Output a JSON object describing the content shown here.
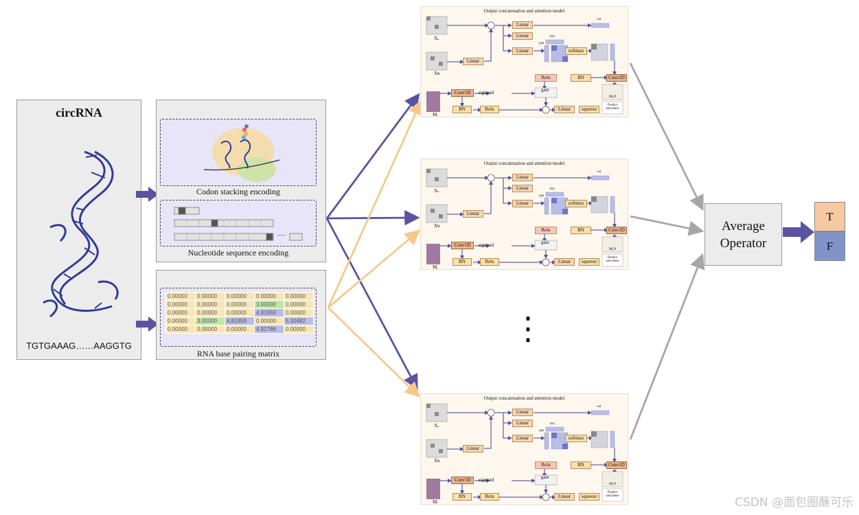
{
  "circrna_panel": {
    "title": "circRNA",
    "sequence": "TGTGAAAG……AAGGTG"
  },
  "encoding_panel": {
    "codon_caption": "Codon stacking encoding",
    "nucleotide_caption": "Nucleotide sequence encoding",
    "ellipsis": "......"
  },
  "matrix_panel": {
    "caption": "RNA base pairing matrix",
    "rows": [
      [
        "0.00000",
        "0.00000",
        "0.00000",
        "0.00000",
        "0.00000"
      ],
      [
        "0.00000",
        "0.00000",
        "0.00000",
        "3.00000",
        "0.00000"
      ],
      [
        "0.00000",
        "0.00000",
        "0.00000",
        "4.81959",
        "0.00000"
      ],
      [
        "0.00000",
        "3.00000",
        "4.81959",
        "0.00000",
        "5.30482"
      ],
      [
        "0.00000",
        "0.00000",
        "0.00000",
        "4.92786",
        "0.00000"
      ]
    ]
  },
  "model": {
    "title": "Output concatenation and attention model",
    "xs_label": "Xₛ",
    "xn_label": "Xɴ",
    "mi_label": "Mᵢ",
    "linear": "Linear",
    "relu": "Relu",
    "bn": "BN",
    "conv1d": "Conv1D",
    "sigmoid": "sigmoid",
    "gate": "gate",
    "softmax": "softmax",
    "squeeze": "squeeze",
    "key": "key",
    "val": "val",
    "que": "que",
    "mlp": "MLP",
    "predict": "Predict outcomes"
  },
  "vertical_ellipsis": "⋮",
  "average_operator": {
    "line1": "Average",
    "line2": "Operator"
  },
  "outputs": {
    "t": "T",
    "f": "F"
  },
  "watermark": "CSDN @面包圈蘸可乐",
  "colors": {
    "arrow_purple": "#5a52a3",
    "arrow_orange": "#f5c98a",
    "arrow_gray": "#a6a6a6",
    "out_t": "#f7c9a2",
    "out_f": "#8094c9"
  }
}
